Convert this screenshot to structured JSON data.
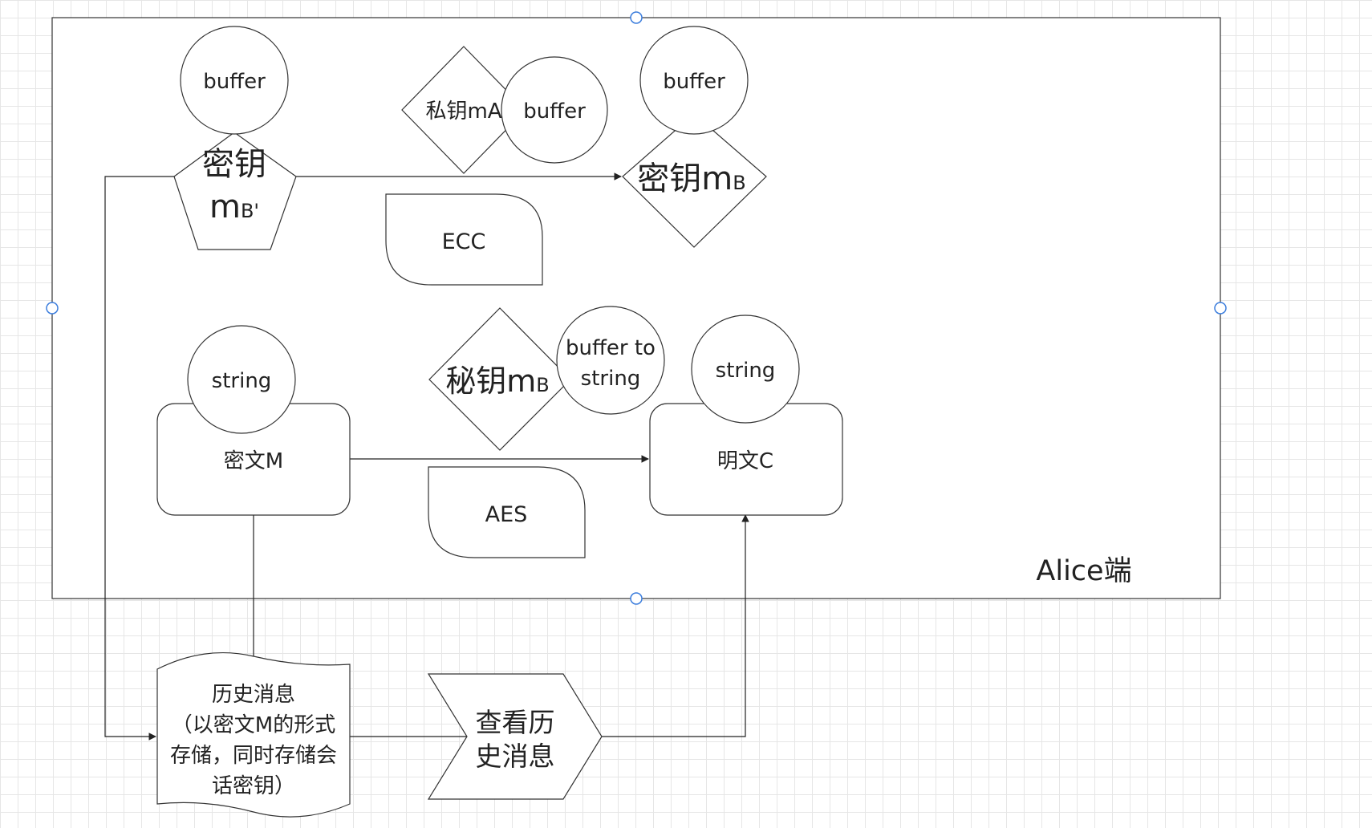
{
  "container": {
    "label": "Alice端"
  },
  "nodes": {
    "buffer_top_left": "buffer",
    "key_pentagon_line1": "密钥",
    "key_pentagon_line2": "m",
    "key_pentagon_sub": "B'",
    "private_key_diamond": "私钥mA",
    "buffer_middle_top": "buffer",
    "buffer_top_right": "buffer",
    "key_diamond_right": "密钥m",
    "key_diamond_right_sub": "B",
    "ecc": "ECC",
    "string_left": "string",
    "ciphertext": "密文M",
    "secret_key_diamond": "秘钥m",
    "secret_key_diamond_sub": "B",
    "buffer_to_string_line1": "buffer to",
    "buffer_to_string_line2": "string",
    "string_right": "string",
    "plaintext": "明文C",
    "aes": "AES",
    "history_line1": "历史消息",
    "history_line2": "（以密文M的形式",
    "history_line3": "存储，同时存储会",
    "history_line4": "话密钥）",
    "view_history_line1": "查看历",
    "view_history_line2": "史消息"
  },
  "colors": {
    "stroke": "#333333",
    "handle": "#3b7ddd",
    "grid": "#e6e6e6"
  }
}
